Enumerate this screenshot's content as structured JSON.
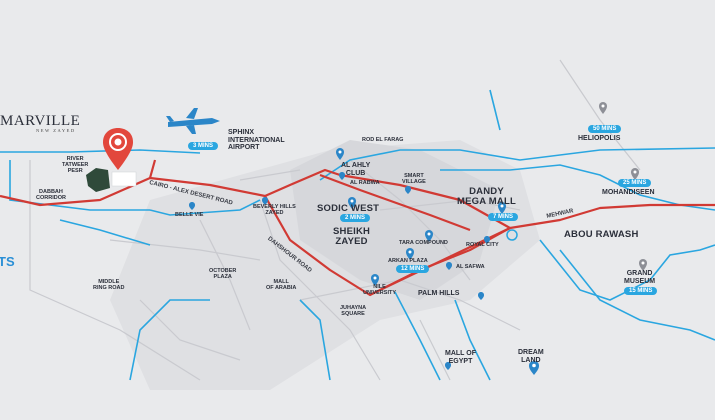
{
  "brand": {
    "name": "MARVILLE",
    "subtitle": "NEW ZAYED"
  },
  "edge_text": "TS",
  "colors": {
    "route": "#d13a34",
    "road_blue": "#2aa6e0",
    "pin_blue": "#2b86c8",
    "background": "#e9eaec",
    "pin_grey": "#8d8f96"
  },
  "labels": {
    "sphinx": "SPHINX\nINTERNATIONAL\nAIRPORT",
    "rod_el_farag": "ROD EL FARAG",
    "heliopolis": "HELIOPOLIS",
    "mohandiseen": "MOHANDISEEN",
    "abou_rawash": "ABOU RAWASH",
    "grand_museum": "GRAND\nMUSEUM",
    "al_ahly_club": "AL AHLY\nCLUB",
    "al_rabwa": "AL RABWA",
    "smart_village": "SMART\nVILLAGE",
    "dandy_mega_mall": "DANDY\nMEGA MALL",
    "sodic_west": "SODIC WEST",
    "sheikh_zayed": "SHEIKH\nZAYED",
    "tara_compound": "TARA COMPOUND",
    "royal_city": "ROYAL CITY",
    "arkan_plaza": "ARKAN PLAZA",
    "al_safwa": "AL SAFWA",
    "nile_university": "NILE\nUNIVERSITY",
    "palm_hills": "PALM HILLS",
    "juhayna_square": "JUHAYNA\nSQUARE",
    "mall_of_egypt": "MALL OF\nEGYPT",
    "dream_land": "DREAM\nLAND",
    "beverly_hills": "BEVERLY HILLS\nZAYED",
    "october_plaza": "OCTOBER\nPLAZA",
    "mall_of_arabia": "MALL\nOF ARABIA",
    "middle_ring_road": "MIDDLE\nRING ROAD",
    "dabbah_corridor": "DABBAH\nCORRIDOR",
    "river_tahweer": "RIVER\nTATWEER\nPESR",
    "belle_vie": "BELLE VIE",
    "cairo_alex_road": "CAIRO - ALEX DESERT ROAD",
    "dahshour_road": "DAHSHOUR ROAD",
    "mehwar": "MEHWAR"
  },
  "badges": {
    "sphinx": "3 MINS",
    "heliopolis": "50 MINS",
    "mohandiseen": "25 MINS",
    "grand_museum": "15 MINS",
    "sodic_west": "2 MINS",
    "dandy_mega_mall": "7 MINS",
    "arkan_plaza": "12 MINS"
  }
}
